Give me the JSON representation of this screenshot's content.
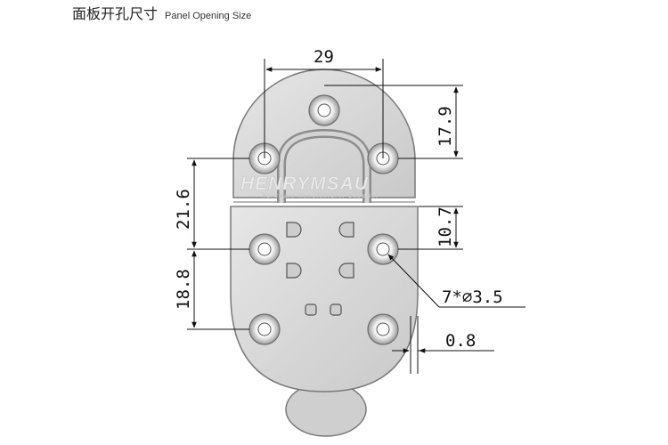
{
  "header": {
    "title_cn": "面板开孔尺寸",
    "title_en": "Panel Opening Size"
  },
  "dimensions": {
    "top_width": "29",
    "right_top": "17.9",
    "right_mid": "10.7",
    "left_top": "21.6",
    "left_bottom": "18.8",
    "holes_callout": "7*∅3.5",
    "edge_offset": "0.8"
  },
  "watermark": {
    "brand": "HENRYMSAU",
    "tagline": "Hardware Manufacturer Supplier"
  },
  "colors": {
    "body_fill": "#d9d9d9",
    "body_stroke": "#7a7a7a",
    "dimension_line": "#111111"
  }
}
